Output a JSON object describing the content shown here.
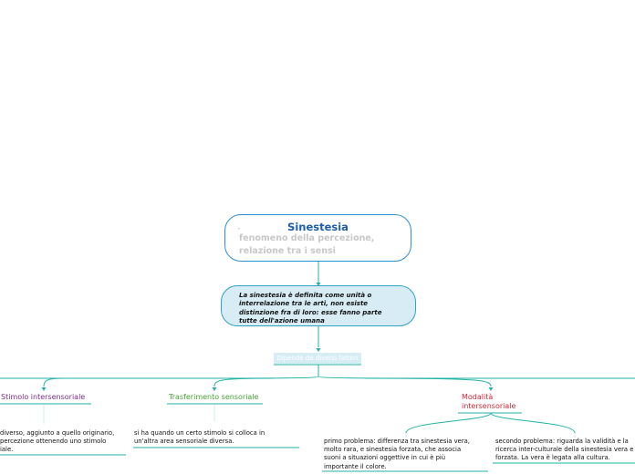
{
  "root": {
    "title": "Sinestesia",
    "subtitle_line1": "fenomeno della percezione,",
    "subtitle_line2": "relazione tra i sensi"
  },
  "definition": {
    "line1": "La sinestesia è definita come unità o",
    "line2": "interrelazione tra le arti, non esiste",
    "line3": "distinzione fra di loro: esse fanno parte",
    "line4": "tutte dell'azione umana"
  },
  "connector_label": "Dipende da diversi fattori",
  "branches": [
    {
      "title": "Stimolo intersensoriale",
      "color": "#7b2d8b",
      "text_line1": "diverso, aggiunto a quello originario,",
      "text_line2": "percezione ottenendo uno stimolo",
      "text_line3": "iale."
    },
    {
      "title": "Trasferimento sensoriale",
      "color": "#46a235",
      "text_line1": "si ha quando un certo stimolo si colloca in",
      "text_line2": "un'altra area sensoriale diversa."
    },
    {
      "title_line1": "Modalità",
      "title_line2": "intersensoriale",
      "color": "#c8293a",
      "children": [
        {
          "line1": "primo problema: differenza tra sinestesia vera,",
          "line2": "molto rara, e sinestesia forzata, che associa",
          "line3": "suoni a situazioni oggettive in cui è più",
          "line4": "importante il colore."
        },
        {
          "line1": "secondo problema: riguarda la validità e la",
          "line2": "ricerca inter-culturale della sinestesia vera e",
          "line3": "forzata. La vera è legata alla cultura."
        }
      ]
    }
  ],
  "colors": {
    "connector": "#21b3a6",
    "root_border": "#2f8fd0",
    "definition_fill": "#d7ecf4",
    "title_blue": "#1c5ea8"
  }
}
